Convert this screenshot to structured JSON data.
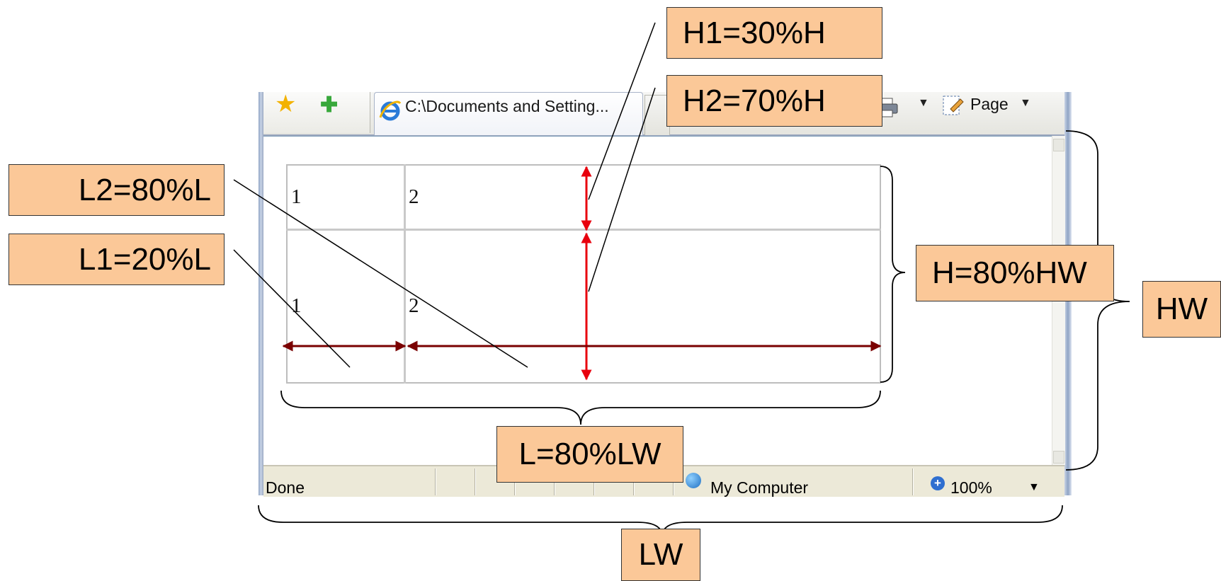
{
  "browser": {
    "tab_title": "C:\\Documents and Setting...",
    "page_menu": "Page",
    "status": "Done",
    "zone": "My Computer",
    "zoom": "100%",
    "icons": [
      "star-icon",
      "add-favorite-icon",
      "ie-icon",
      "printer-icon",
      "page-icon",
      "computer-icon",
      "zoom-icon"
    ]
  },
  "table": {
    "rows": [
      [
        "1",
        "2"
      ],
      [
        "1",
        "2"
      ]
    ]
  },
  "labels": {
    "h1": "H1=30%H",
    "h2": "H2=70%H",
    "l2": "L2=80%L",
    "l1": "L1=20%L",
    "h": "H=80%HW",
    "hw": "HW",
    "l": "L=80%LW",
    "lw": "LW"
  },
  "colors": {
    "label_fill": "#fbc898",
    "height_arrow": "#e8000d",
    "width_arrow": "#7a0000"
  }
}
